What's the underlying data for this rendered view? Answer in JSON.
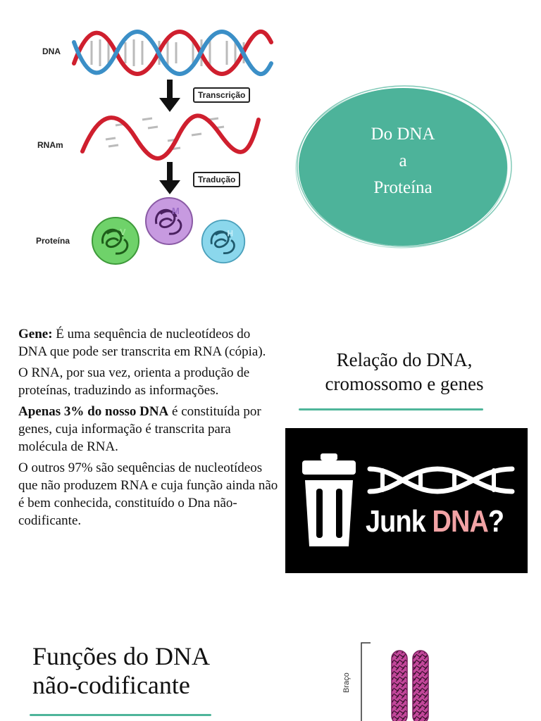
{
  "diagram": {
    "dna_label": "DNA",
    "rnam_label": "RNAm",
    "protein_label": "Proteína",
    "step1": "Transcrição",
    "step2": "Tradução",
    "protein_letters": [
      "V",
      "M",
      "H"
    ]
  },
  "title_circle": {
    "line1": "Do DNA",
    "line2": "a",
    "line3": "Proteína",
    "color": "#4db39a"
  },
  "gene_text": {
    "p1_bold": "Gene:",
    "p1_rest": " É uma sequência de nucleotídeos do DNA que pode ser transcrita em RNA (cópia).",
    "p2": "O RNA, por sua vez, orienta a produção de proteínas, traduzindo as informações.",
    "p3_bold": "Apenas 3% do nosso DNA",
    "p3_rest": " é constituída por genes, cuja informação é transcrita para molécula de RNA.",
    "p4": "O outros 97% são sequências de nucleotídeos que não produzem RNA e cuja função ainda não é bem conhecida, constituído o Dna não-codificante."
  },
  "relation": {
    "line1": "Relação do DNA,",
    "line2": "cromossomo e genes"
  },
  "junk": {
    "word1": "Junk ",
    "word2": "DNA",
    "word3": "?",
    "accent": "#f2a3a5"
  },
  "functions": {
    "line1": "Funções do DNA",
    "line2": "não-codificante"
  },
  "chromosome": {
    "arm_label": "Braço"
  }
}
